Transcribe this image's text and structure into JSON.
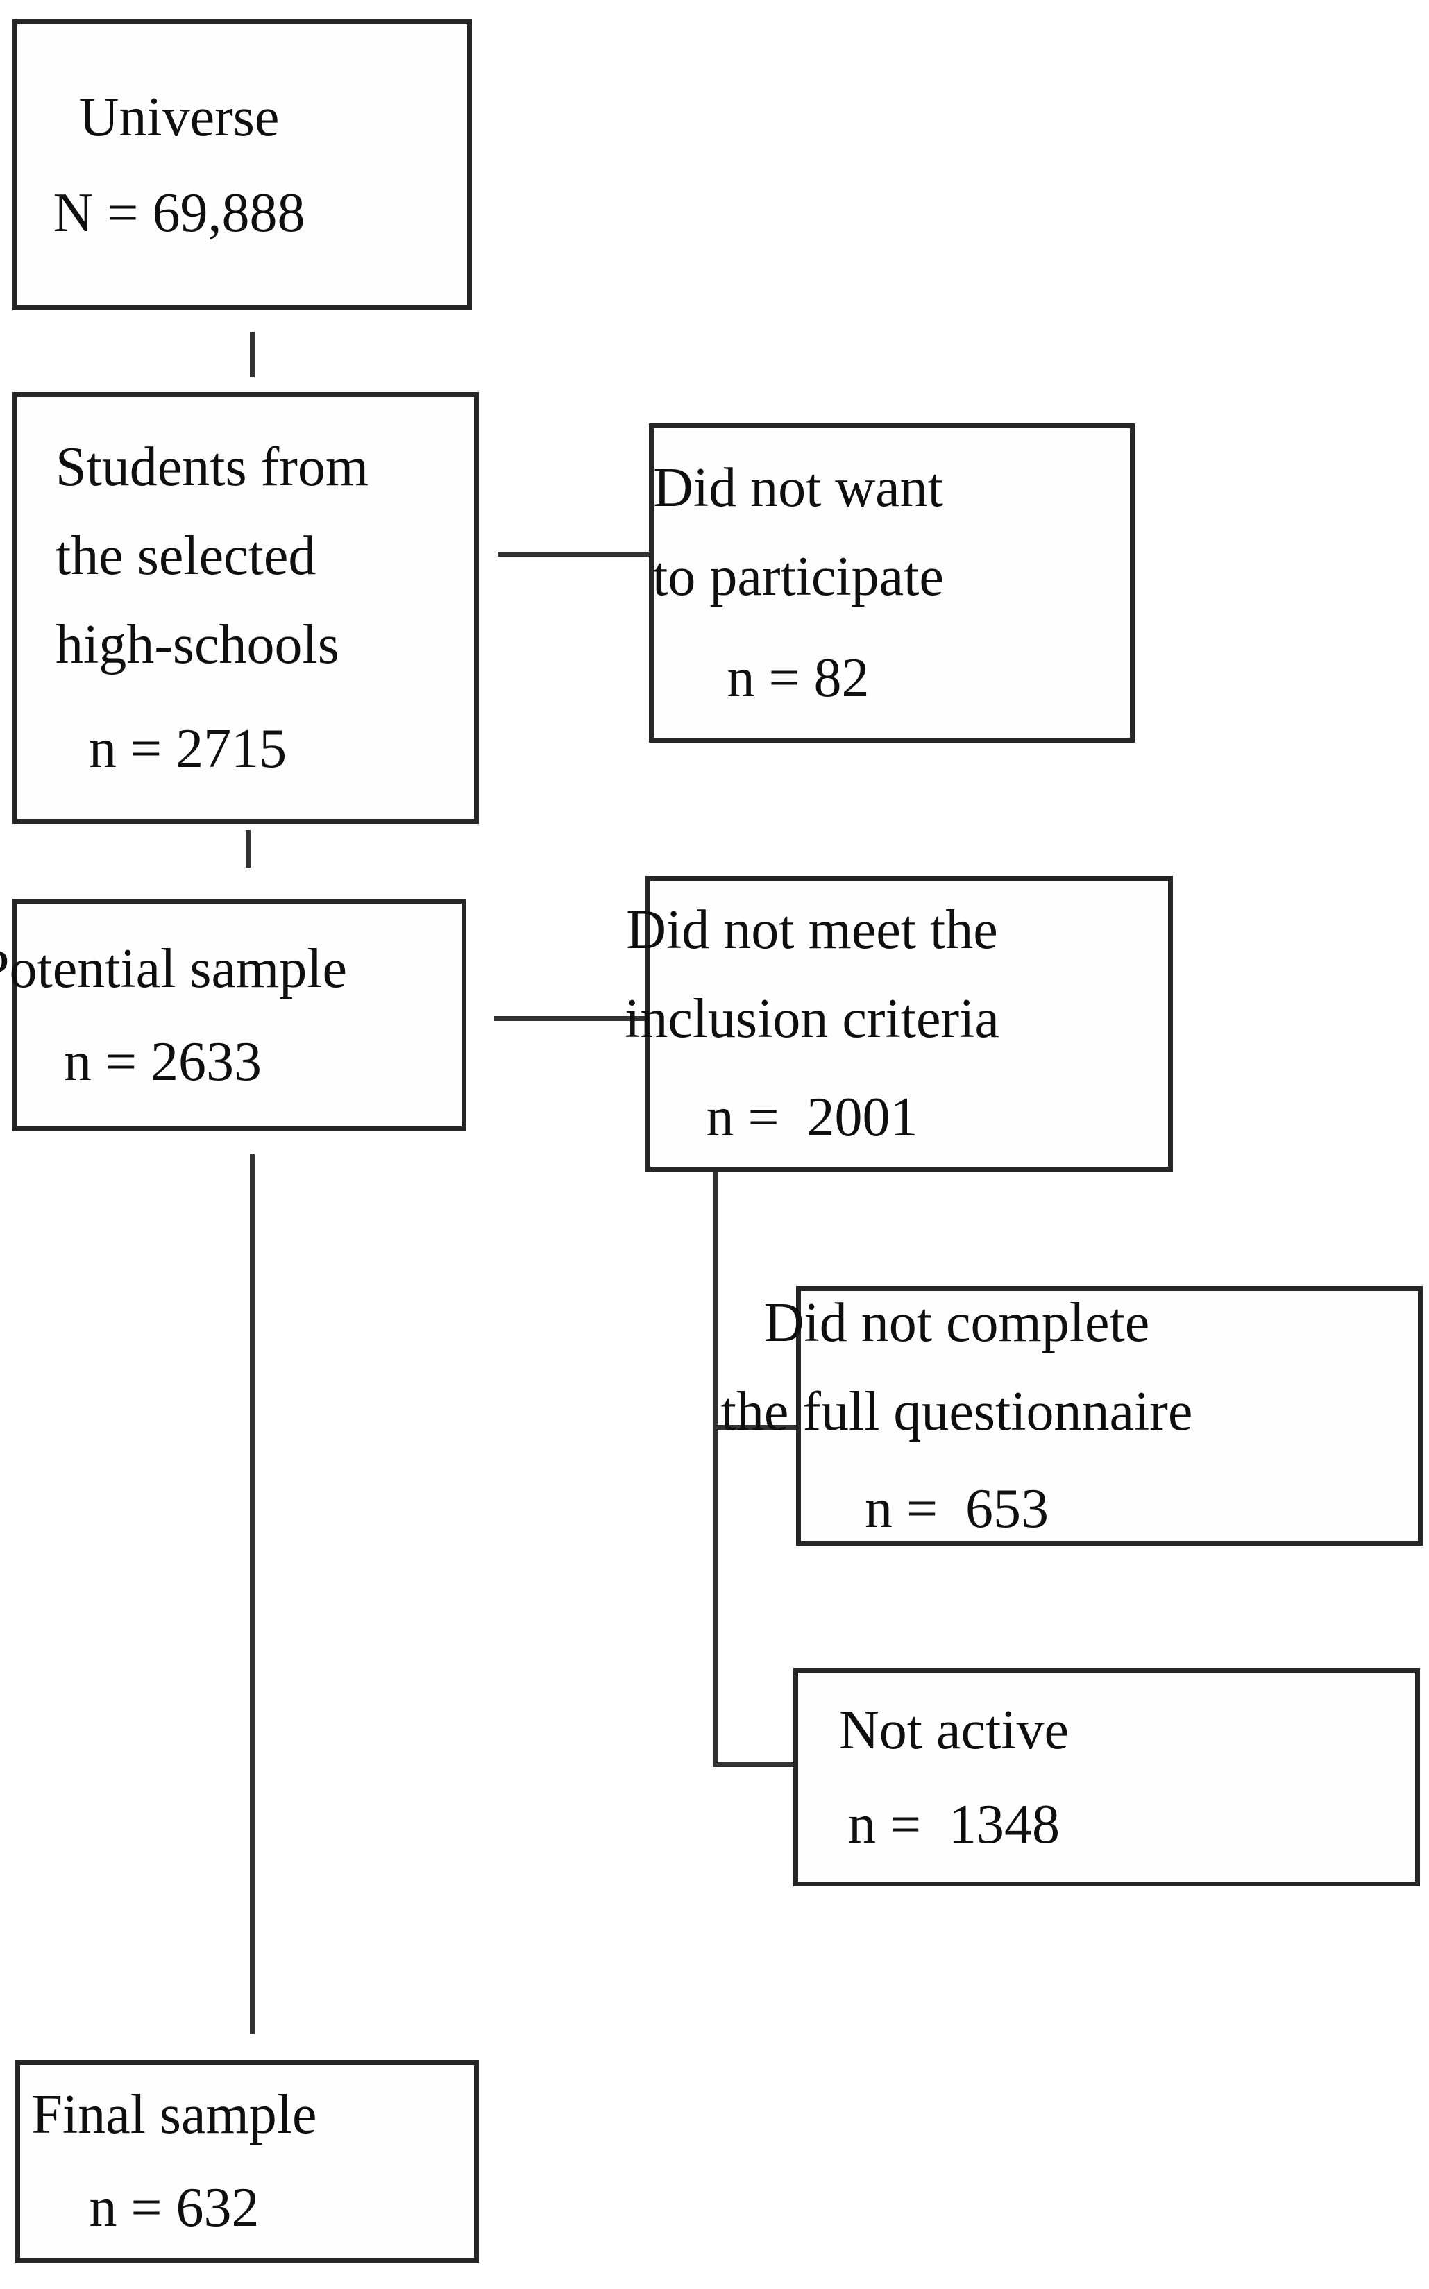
{
  "diagram": {
    "type": "flowchart",
    "background_color": "#ffffff",
    "box_border_color": "#262626",
    "text_color": "#0f0f0f",
    "connector_color": "#333333",
    "nodes": [
      {
        "id": "universe",
        "lines": [
          "Universe"
        ],
        "count_label": "N = 69,888"
      },
      {
        "id": "students",
        "lines": [
          "Students from",
          "the selected",
          "high-schools"
        ],
        "count_label": "n = 2715"
      },
      {
        "id": "did-not-want",
        "lines": [
          "Did not want",
          "to participate"
        ],
        "count_label": "n = 82"
      },
      {
        "id": "potential-sample",
        "lines": [
          "Potential sample"
        ],
        "count_label": "n = 2633"
      },
      {
        "id": "did-not-meet-criteria",
        "lines": [
          "Did not meet the",
          "inclusion criteria"
        ],
        "count_label": "n =  2001"
      },
      {
        "id": "did-not-complete",
        "lines": [
          "Did not complete",
          "the full questionnaire"
        ],
        "count_label": "n =  653"
      },
      {
        "id": "not-active",
        "lines": [
          "Not active"
        ],
        "count_label": "n =  1348"
      },
      {
        "id": "final-sample",
        "lines": [
          "Final sample"
        ],
        "count_label": "n = 632"
      }
    ],
    "edges": [
      {
        "from": "universe",
        "to": "students"
      },
      {
        "from": "students",
        "to": "did-not-want"
      },
      {
        "from": "students",
        "to": "potential-sample"
      },
      {
        "from": "potential-sample",
        "to": "did-not-meet-criteria"
      },
      {
        "from": "did-not-meet-criteria",
        "to": "did-not-complete"
      },
      {
        "from": "did-not-meet-criteria",
        "to": "not-active"
      },
      {
        "from": "potential-sample",
        "to": "final-sample"
      }
    ]
  }
}
